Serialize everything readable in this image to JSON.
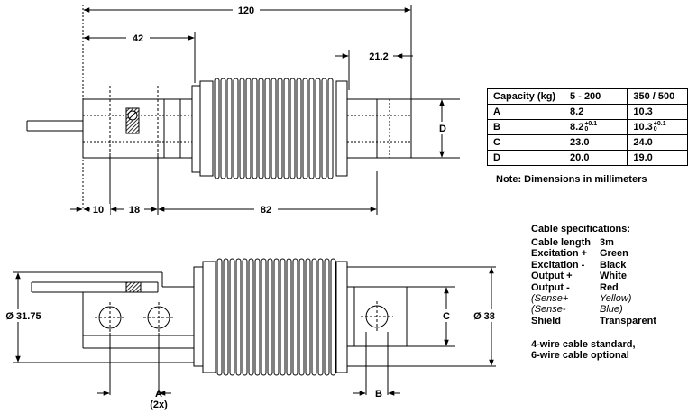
{
  "dimensions_top": {
    "overall_length": "120",
    "to_flange": "42",
    "end_block": "21.2",
    "seg_10": "10",
    "seg_18": "18",
    "seg_82": "82",
    "height_label": "D"
  },
  "dimensions_bottom": {
    "diameter_left": "Ø 31.75",
    "diameter_right": "Ø 38",
    "label_c": "C",
    "label_a": "A",
    "label_a_note": "(2x)",
    "label_b": "B"
  },
  "capacity_table": {
    "headers": [
      "Capacity (kg)",
      "5 - 200",
      "350 / 500"
    ],
    "rows": [
      {
        "label": "A",
        "v1": "8.2",
        "v2": "10.3",
        "tol_upper": "",
        "tol_lower": ""
      },
      {
        "label": "B",
        "v1": "8.2",
        "v2": "10.3",
        "tol_upper": "+0.1",
        "tol_lower": "0"
      },
      {
        "label": "C",
        "v1": "23.0",
        "v2": "24.0",
        "tol_upper": "",
        "tol_lower": ""
      },
      {
        "label": "D",
        "v1": "20.0",
        "v2": "19.0",
        "tol_upper": "",
        "tol_lower": ""
      }
    ]
  },
  "note": "Note: Dimensions in millimeters",
  "cable_specs": {
    "title": "Cable specifications:",
    "rows": [
      {
        "key": "Cable length",
        "value": "3m",
        "italic": false
      },
      {
        "key": "Excitation +",
        "value": "Green",
        "italic": false
      },
      {
        "key": "Excitation -",
        "value": "Black",
        "italic": false
      },
      {
        "key": "Output +",
        "value": "White",
        "italic": false
      },
      {
        "key": "Output -",
        "value": "Red",
        "italic": false
      },
      {
        "key": "(Sense+",
        "value": "Yellow)",
        "italic": true
      },
      {
        "key": "(Sense-",
        "value": "Blue)",
        "italic": true
      },
      {
        "key": "Shield",
        "value": "Transparent",
        "italic": false
      }
    ],
    "standard_line1": "4-wire cable standard,",
    "standard_line2": "6-wire cable optional"
  }
}
